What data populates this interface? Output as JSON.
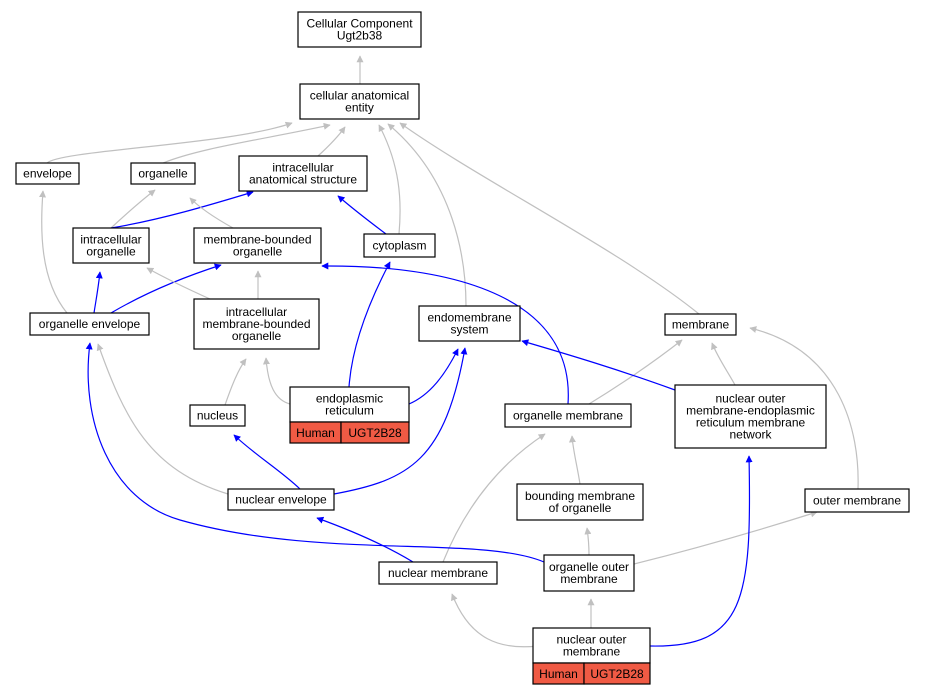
{
  "colors": {
    "is_a_edge": "#c0c0c0",
    "part_of_edge": "#0000ff",
    "annotation_badge": "#f05a44",
    "node_border": "#000000"
  },
  "nodes": {
    "root": {
      "lines": [
        "Cellular Component",
        "Ugt2b38"
      ]
    },
    "cellular_anatomical_entity": {
      "lines": [
        "cellular anatomical",
        "entity"
      ]
    },
    "envelope": {
      "lines": [
        "envelope"
      ]
    },
    "organelle": {
      "lines": [
        "organelle"
      ]
    },
    "intracellular_anatomical_structure": {
      "lines": [
        "intracellular",
        "anatomical structure"
      ]
    },
    "intracellular_organelle": {
      "lines": [
        "intracellular",
        "organelle"
      ]
    },
    "membrane_bounded_organelle": {
      "lines": [
        "membrane-bounded",
        "organelle"
      ]
    },
    "cytoplasm": {
      "lines": [
        "cytoplasm"
      ]
    },
    "organelle_envelope": {
      "lines": [
        "organelle envelope"
      ]
    },
    "intracellular_membrane_bounded_organelle": {
      "lines": [
        "intracellular",
        "membrane-bounded",
        "organelle"
      ]
    },
    "endomembrane_system": {
      "lines": [
        "endomembrane",
        "system"
      ]
    },
    "membrane": {
      "lines": [
        "membrane"
      ]
    },
    "nucleus": {
      "lines": [
        "nucleus"
      ]
    },
    "endoplasmic_reticulum": {
      "lines": [
        "endoplasmic",
        "reticulum"
      ],
      "badge": [
        "Human",
        "UGT2B28"
      ]
    },
    "organelle_membrane": {
      "lines": [
        "organelle membrane"
      ]
    },
    "nuclear_outer_membrane_er_network": {
      "lines": [
        "nuclear outer",
        "membrane-endoplasmic",
        "reticulum membrane",
        "network"
      ]
    },
    "nuclear_envelope": {
      "lines": [
        "nuclear envelope"
      ]
    },
    "bounding_membrane_of_organelle": {
      "lines": [
        "bounding membrane",
        "of organelle"
      ]
    },
    "outer_membrane": {
      "lines": [
        "outer membrane"
      ]
    },
    "nuclear_membrane": {
      "lines": [
        "nuclear membrane"
      ]
    },
    "organelle_outer_membrane": {
      "lines": [
        "organelle outer",
        "membrane"
      ]
    },
    "nuclear_outer_membrane": {
      "lines": [
        "nuclear outer",
        "membrane"
      ],
      "badge": [
        "Human",
        "UGT2B28"
      ]
    }
  },
  "edges": [
    {
      "from": "cellular_anatomical_entity",
      "to": "root",
      "rel": "is_a"
    },
    {
      "from": "envelope",
      "to": "cellular_anatomical_entity",
      "rel": "is_a"
    },
    {
      "from": "organelle",
      "to": "cellular_anatomical_entity",
      "rel": "is_a"
    },
    {
      "from": "intracellular_anatomical_structure",
      "to": "cellular_anatomical_entity",
      "rel": "is_a"
    },
    {
      "from": "cytoplasm",
      "to": "cellular_anatomical_entity",
      "rel": "is_a"
    },
    {
      "from": "endomembrane_system",
      "to": "cellular_anatomical_entity",
      "rel": "is_a"
    },
    {
      "from": "membrane",
      "to": "cellular_anatomical_entity",
      "rel": "is_a"
    },
    {
      "from": "intracellular_organelle",
      "to": "organelle",
      "rel": "is_a"
    },
    {
      "from": "intracellular_organelle",
      "to": "intracellular_anatomical_structure",
      "rel": "part_of"
    },
    {
      "from": "membrane_bounded_organelle",
      "to": "organelle",
      "rel": "is_a"
    },
    {
      "from": "cytoplasm",
      "to": "intracellular_anatomical_structure",
      "rel": "part_of"
    },
    {
      "from": "organelle_envelope",
      "to": "envelope",
      "rel": "is_a"
    },
    {
      "from": "organelle_envelope",
      "to": "intracellular_organelle",
      "rel": "part_of"
    },
    {
      "from": "organelle_envelope",
      "to": "membrane_bounded_organelle",
      "rel": "part_of"
    },
    {
      "from": "intracellular_membrane_bounded_organelle",
      "to": "intracellular_organelle",
      "rel": "is_a"
    },
    {
      "from": "intracellular_membrane_bounded_organelle",
      "to": "membrane_bounded_organelle",
      "rel": "is_a"
    },
    {
      "from": "nucleus",
      "to": "intracellular_membrane_bounded_organelle",
      "rel": "is_a"
    },
    {
      "from": "endoplasmic_reticulum",
      "to": "intracellular_membrane_bounded_organelle",
      "rel": "is_a"
    },
    {
      "from": "endoplasmic_reticulum",
      "to": "cytoplasm",
      "rel": "part_of"
    },
    {
      "from": "endoplasmic_reticulum",
      "to": "endomembrane_system",
      "rel": "part_of"
    },
    {
      "from": "organelle_membrane",
      "to": "membrane_bounded_organelle",
      "rel": "part_of"
    },
    {
      "from": "organelle_membrane",
      "to": "membrane",
      "rel": "is_a"
    },
    {
      "from": "nuclear_outer_membrane_er_network",
      "to": "membrane",
      "rel": "is_a"
    },
    {
      "from": "nuclear_outer_membrane_er_network",
      "to": "endomembrane_system",
      "rel": "part_of"
    },
    {
      "from": "nuclear_envelope",
      "to": "nucleus",
      "rel": "part_of"
    },
    {
      "from": "nuclear_envelope",
      "to": "endomembrane_system",
      "rel": "part_of"
    },
    {
      "from": "nuclear_envelope",
      "to": "organelle_envelope",
      "rel": "is_a"
    },
    {
      "from": "bounding_membrane_of_organelle",
      "to": "organelle_membrane",
      "rel": "is_a"
    },
    {
      "from": "outer_membrane",
      "to": "membrane",
      "rel": "is_a"
    },
    {
      "from": "nuclear_membrane",
      "to": "nuclear_envelope",
      "rel": "part_of"
    },
    {
      "from": "nuclear_membrane",
      "to": "organelle_membrane",
      "rel": "is_a"
    },
    {
      "from": "organelle_outer_membrane",
      "to": "bounding_membrane_of_organelle",
      "rel": "is_a"
    },
    {
      "from": "organelle_outer_membrane",
      "to": "outer_membrane",
      "rel": "is_a"
    },
    {
      "from": "organelle_outer_membrane",
      "to": "organelle_envelope",
      "rel": "part_of"
    },
    {
      "from": "nuclear_outer_membrane",
      "to": "nuclear_membrane",
      "rel": "is_a"
    },
    {
      "from": "nuclear_outer_membrane",
      "to": "organelle_outer_membrane",
      "rel": "is_a"
    },
    {
      "from": "nuclear_outer_membrane",
      "to": "nuclear_outer_membrane_er_network",
      "rel": "part_of"
    }
  ]
}
